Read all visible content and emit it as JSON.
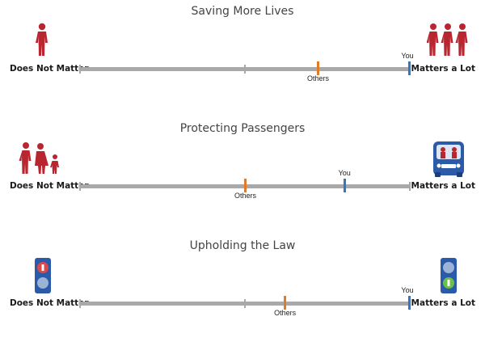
{
  "scale_labels": {
    "left": "Does Not Matter",
    "right": "Matters a Lot"
  },
  "colors": {
    "track": "#a9a9a9",
    "you_marker": "#2f77c8",
    "others_marker": "#e07b2a",
    "figure_red": "#b8262f",
    "icon_blue": "#2b5aa8"
  },
  "sections": [
    {
      "title": "Saving More Lives",
      "left_icon": "single-person-icon",
      "right_icon": "three-people-icon",
      "you_label": "You",
      "you_value": 1.0,
      "others_label": "Others",
      "others_value": 0.72
    },
    {
      "title": "Protecting Passengers",
      "left_icon": "family-pedestrians-icon",
      "right_icon": "car-with-passengers-icon",
      "you_label": "You",
      "you_value": 0.8,
      "others_label": "Others",
      "others_value": 0.5
    },
    {
      "title": "Upholding the Law",
      "left_icon": "red-traffic-light-icon",
      "right_icon": "green-traffic-light-icon",
      "you_label": "You",
      "you_value": 1.0,
      "others_label": "Others",
      "others_value": 0.62
    }
  ]
}
